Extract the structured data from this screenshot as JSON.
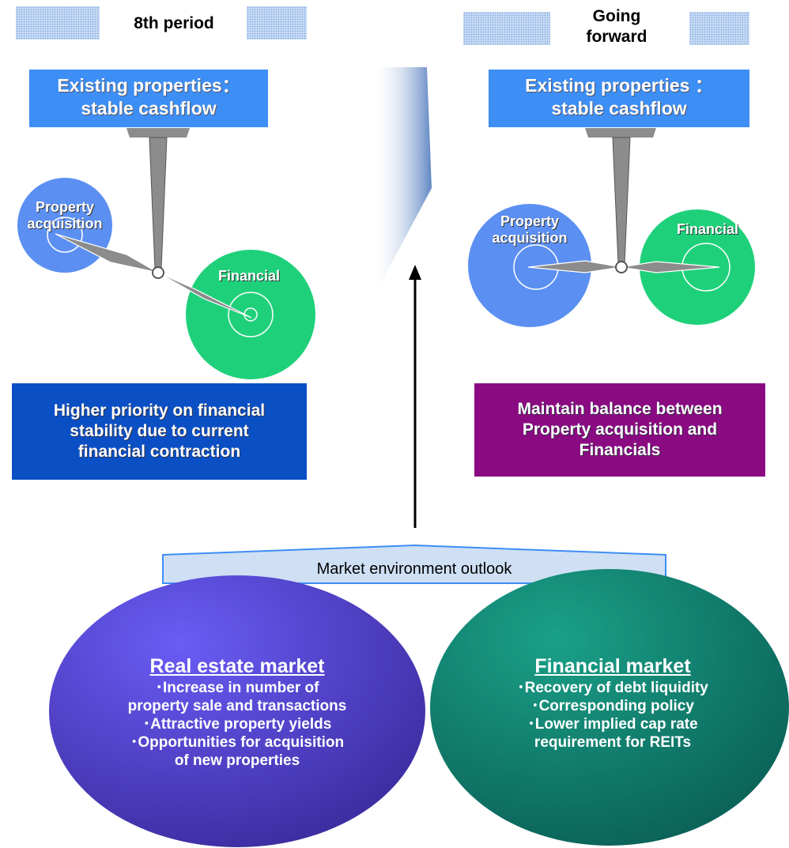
{
  "headers": {
    "left": "8th period",
    "right_line1": "Going",
    "right_line2": "forward"
  },
  "left_panel": {
    "label_line1": "Existing properties：",
    "label_line2": "stable cashflow",
    "circle_property_line1": "Property",
    "circle_property_line2": "acquisition",
    "circle_financial": "Financial",
    "summary_line1": "Higher priority on financial",
    "summary_line2": "stability due to current",
    "summary_line3": "financial contraction"
  },
  "right_panel": {
    "label_line1": "Existing properties ：",
    "label_line2": "stable cashflow",
    "circle_property_line1": "Property",
    "circle_property_line2": "acquisition",
    "circle_financial": "Financial",
    "summary_line1": "Maintain balance between",
    "summary_line2": "Property acquisition and",
    "summary_line3": "Financials"
  },
  "market_banner": "Market environment outlook",
  "real_estate": {
    "title": "Real estate market",
    "items": [
      "･Increase in number of",
      "property sale and transactions",
      "･Attractive property yields",
      "･Opportunities for acquisition",
      "of new properties"
    ]
  },
  "financial_market": {
    "title": "Financial market",
    "items": [
      "･Recovery of debt liquidity",
      "･Corresponding policy",
      "･Lower implied cap rate",
      "requirement for REITs"
    ]
  },
  "colors": {
    "label_blue": "#3d8ef5",
    "left_summary": "#0a4fc4",
    "right_summary": "#8a0a82",
    "property_circle": "#5b8ff2",
    "financial_circle": "#1fd07a",
    "real_estate_oval": "#5a3ee0",
    "financial_oval": "#0f8a78"
  }
}
